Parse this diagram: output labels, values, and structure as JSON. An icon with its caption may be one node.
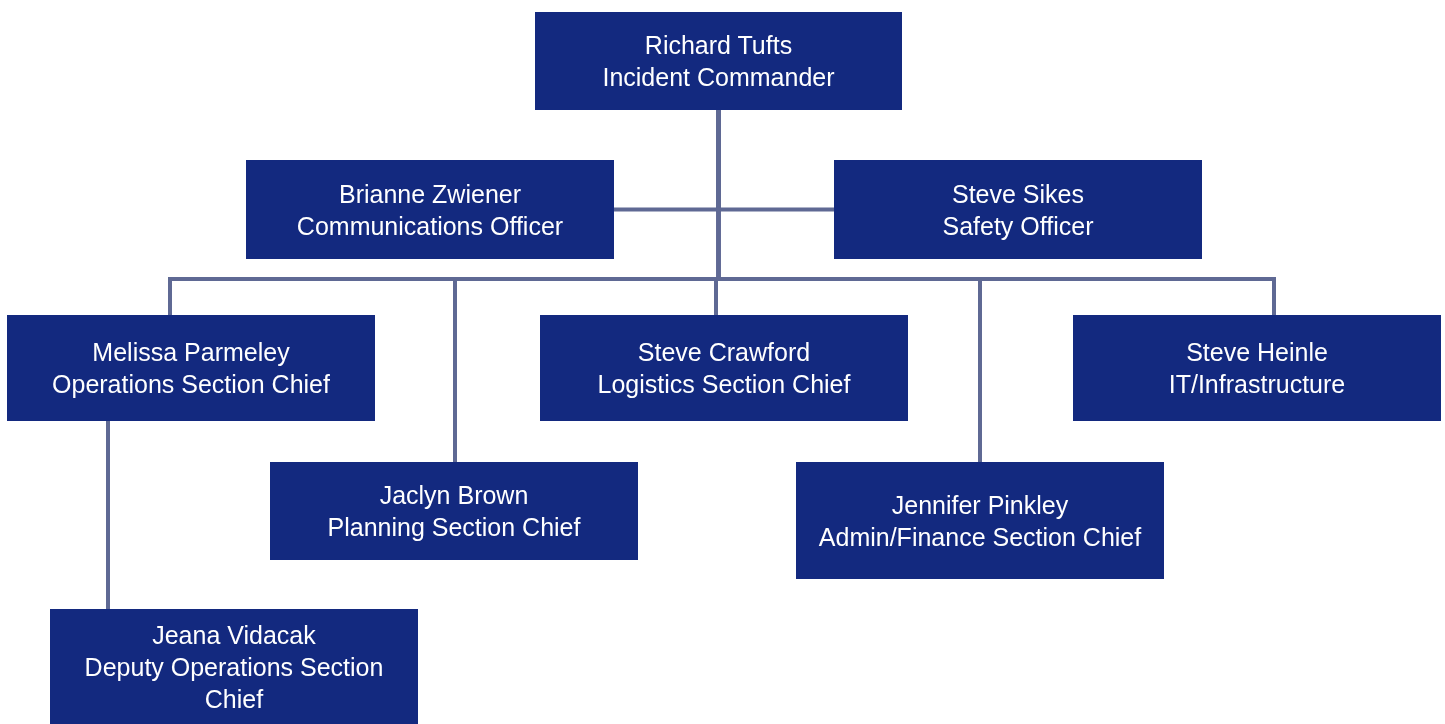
{
  "diagram": {
    "nodes": [
      {
        "text": [
          "Richard Tufts",
          "Incident Commander"
        ]
      },
      {
        "text": [
          "Brianne Zwiener",
          "Communications Officer"
        ]
      },
      {
        "text": [
          "Steve Sikes",
          "Safety Officer"
        ]
      },
      {
        "text": [
          "Melissa Parmeley",
          "Operations Section Chief"
        ]
      },
      {
        "text": [
          "Jaclyn Brown",
          "Planning Section Chief"
        ]
      },
      {
        "text": [
          "Steve Crawford",
          "Logistics Section Chief"
        ]
      },
      {
        "text": [
          "Jennifer Pinkley",
          "Admin/Finance Section Chief"
        ]
      },
      {
        "text": [
          "Steve Heinle",
          "IT/Infrastructure"
        ]
      },
      {
        "text": [
          "Jeana Vidacak",
          "Deputy Operations Section Chief"
        ]
      }
    ],
    "edges": [
      {
        "from": 0,
        "to": 1,
        "arrow": "none"
      },
      {
        "from": 0,
        "to": 2,
        "arrow": "none"
      },
      {
        "from": 0,
        "to": 3,
        "arrow": "none"
      },
      {
        "from": 0,
        "to": 4,
        "arrow": "none"
      },
      {
        "from": 0,
        "to": 5,
        "arrow": "none"
      },
      {
        "from": 0,
        "to": 6,
        "arrow": "none"
      },
      {
        "from": 0,
        "to": 7,
        "arrow": "none"
      },
      {
        "from": 3,
        "to": 8,
        "arrow": "none"
      }
    ]
  }
}
